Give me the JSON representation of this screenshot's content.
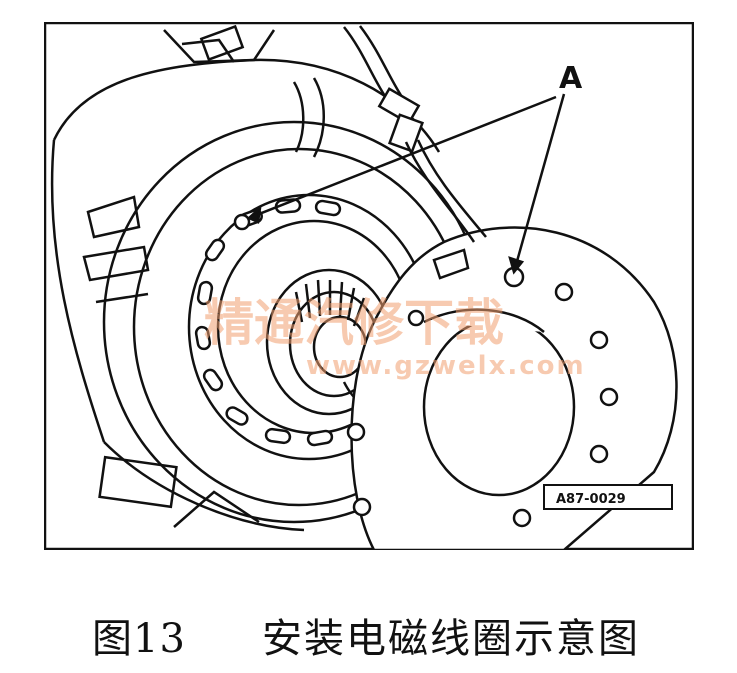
{
  "figure": {
    "callout_label": "A",
    "reference_code": "A87-0029",
    "watermark_text": "精通汽修下载",
    "watermark_url": "www.gzwelx.com"
  },
  "caption": {
    "number": "图13",
    "title": "安装电磁线圈示意图"
  },
  "colors": {
    "line": "#111111",
    "watermark": "#f2a070",
    "background": "#ffffff"
  }
}
